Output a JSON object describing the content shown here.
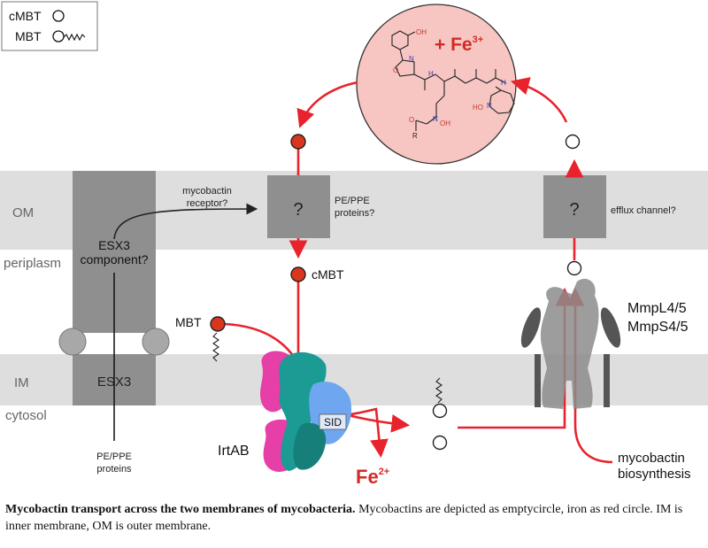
{
  "legend": {
    "cmbt": "cMBT",
    "mbt": "MBT"
  },
  "membrane_labels": {
    "om": "OM",
    "periplasm": "periplasm",
    "im": "IM",
    "cytosol": "cytosol"
  },
  "esx3": {
    "om_label_1": "ESX3",
    "om_label_2": "component?",
    "im_label": "ESX3",
    "proteins_1": "PE/PPE",
    "proteins_2": "proteins"
  },
  "receptor": {
    "box_symbol": "?",
    "label_1": "mycobactin",
    "label_2": "receptor?",
    "side_1": "PE/PPE",
    "side_2": "proteins?"
  },
  "efflux": {
    "box_symbol": "?",
    "label": "efflux channel?"
  },
  "molecule": {
    "plus_fe": "+ Fe",
    "charge": "3+",
    "oh_top": "OH",
    "n_ox": "N",
    "o_ox": "O",
    "nh1": "H",
    "n1": "N",
    "nh2": "H",
    "n2": "N",
    "ho": "HO",
    "n3": "N",
    "o_r": "O",
    "r": "R",
    "oh2": "OH"
  },
  "labels": {
    "cmbt": "cMBT",
    "mbt": "MBT",
    "sid": "SID",
    "irtab": "IrtAB",
    "fe": "Fe",
    "fe_charge": "2+",
    "mmpl": "MmpL4/5",
    "mmps": "MmpS4/5",
    "bio_1": "mycobactin",
    "bio_2": "biosynthesis"
  },
  "caption": {
    "bold": "Mycobactin transport across the two membranes of mycobacteria.",
    "rest": " Mycobactins are depicted as emptycircle, iron as red circle. IM is inner membrane, OM is outer membrane."
  },
  "colors": {
    "red": "#e8232d",
    "membrane": "#dedede",
    "box": "#8f8f8f",
    "iron": "#d9361e",
    "pink": "#e63fa8",
    "teal": "#1c9a94",
    "blue": "#6ea6f0"
  }
}
